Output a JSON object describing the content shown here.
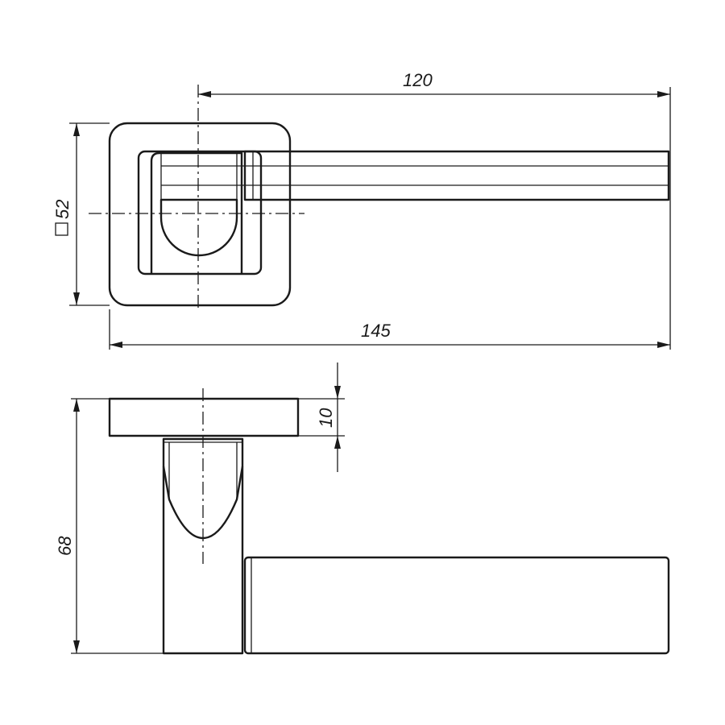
{
  "dimensions": {
    "handle_length": "120",
    "overall_length": "145",
    "rose_size": "52",
    "rose_size_symbol": "square-symbol",
    "rose_thickness": "10",
    "projection": "68"
  }
}
